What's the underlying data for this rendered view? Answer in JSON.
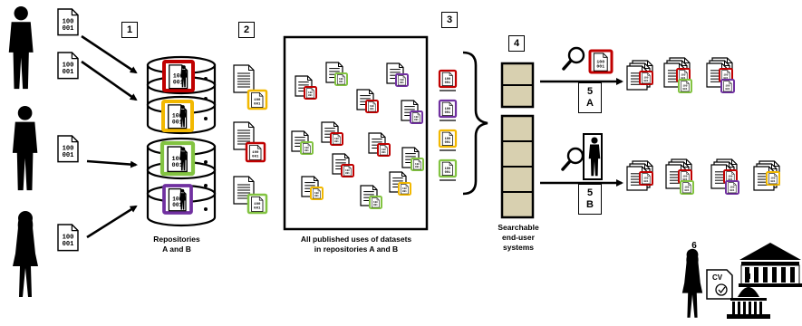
{
  "colors": {
    "red": "#c00000",
    "orange": "#f2b800",
    "green": "#82c341",
    "purple": "#7030a0",
    "black": "#000000",
    "panel": "#d8d0b0"
  },
  "file_icon": {
    "line1": "100",
    "line2": "001"
  },
  "steps": {
    "s1": "1",
    "s2": "2",
    "s3": "3",
    "s4": "4",
    "s5a_num": "5",
    "s5a_letter": "A",
    "s5b_num": "5",
    "s5b_letter": "B",
    "s6": "6"
  },
  "captions": {
    "repositories_line1": "Repositories",
    "repositories_line2": "A and B",
    "published_line1": "All published uses of datasets",
    "published_line2": "in repositories A and B",
    "systems_line1": "Searchable",
    "systems_line2": "end-user",
    "systems_line3": "systems"
  },
  "cv_label": "CV",
  "icons": [
    "person-silhouette-icon",
    "data-file-icon",
    "database-icon",
    "document-icon",
    "magnifier-icon",
    "bracket-icon",
    "building-icon",
    "capitol-icon",
    "cv-icon"
  ]
}
